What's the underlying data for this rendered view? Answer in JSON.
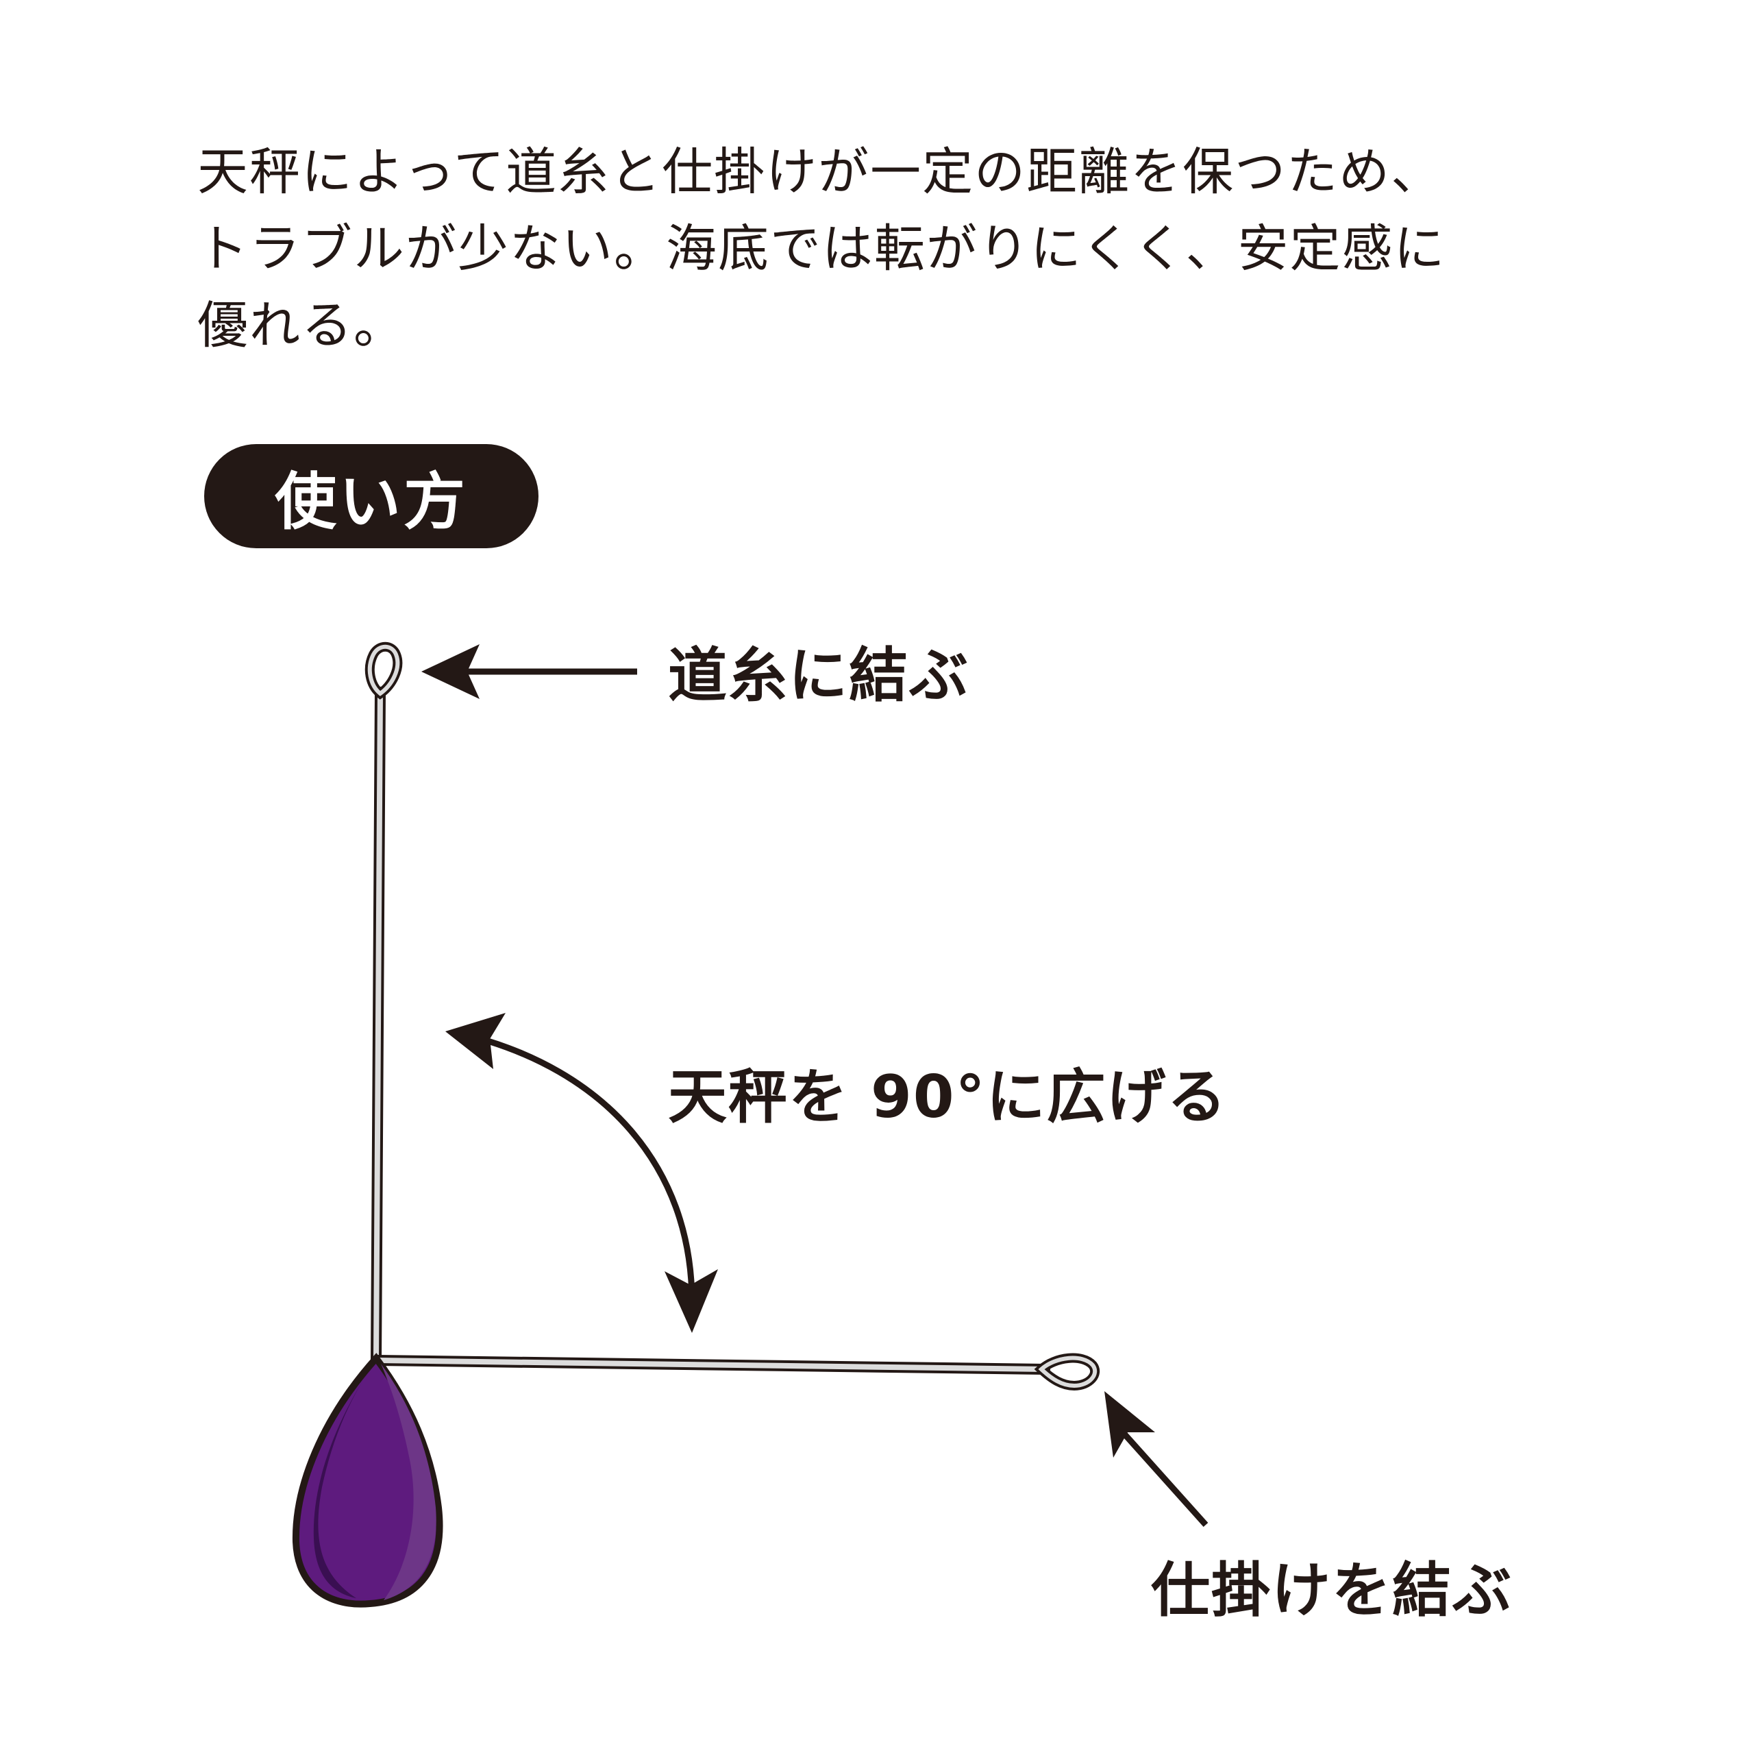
{
  "description": {
    "lines": [
      "天秤によって道糸と仕掛けが一定の距離を保つため、",
      "トラブルが少ない。海底では転がりにくく、安定感に",
      "優れる。"
    ]
  },
  "usage_badge": {
    "label": "使い方"
  },
  "diagram": {
    "labels": {
      "main_line": "道糸に結ぶ",
      "angle": "天秤を 90°に広げる",
      "rig": "仕掛けを結ぶ"
    },
    "colors": {
      "ink": "#231815",
      "wire": "#dcdcdc",
      "sinker": "#5e1b7e",
      "sinker_dark": "#3a0f52",
      "sinker_light": "#6d3687"
    }
  }
}
